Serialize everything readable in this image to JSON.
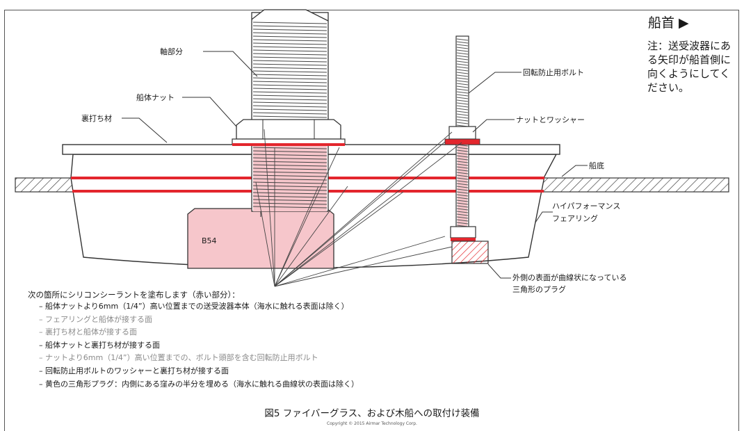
{
  "labels": {
    "shaft": "軸部分",
    "hull_nut": "船体ナット",
    "backing_block": "裏打ち材",
    "anti_rotation_bolt": "回転防止用ボルト",
    "nut_washer": "ナットとワッシャー",
    "hull": "船底",
    "fairing_line1": "ハイパフォーマンス",
    "fairing_line2": "フェアリング",
    "plug_line1": "外側の表面が曲線状になっている",
    "plug_line2": "三角形のプラグ",
    "model": "B54"
  },
  "bow_label": "船首 ▶",
  "note": "注：送受波器にある矢印が船首側に向くようにしてください。",
  "instructions": {
    "title": "次の箇所にシリコンシーラントを塗布します（赤い部分）：",
    "items": [
      "– 船体ナットより6mm（1/4”）高い位置までの送受波器本体（海水に触れる表面は除く）",
      "– フェアリングと船体が接する面",
      "– 裏打ち材と船体が接する面",
      "– 船体ナットと裏打ち材が接する面",
      "– ナットより6mm（1/4”）高い位置までの、ボルト頭部を含む回転防止用ボルト",
      "– 回転防止用ボルトのワッシャーと裏打ち材が接する面",
      "– 黄色の三角形プラグ：内側にある窪みの半分を埋める（海水に触れる曲線状の表面は除く）"
    ]
  },
  "caption": "図5 ファイバーグラス、および木船への取付け装備",
  "copyright": "Copyright © 2015 Airmar Technology Corp.",
  "colors": {
    "sealant_red": "#e3262d",
    "sealant_pink": "#f6c6cb",
    "line": "#333333"
  }
}
